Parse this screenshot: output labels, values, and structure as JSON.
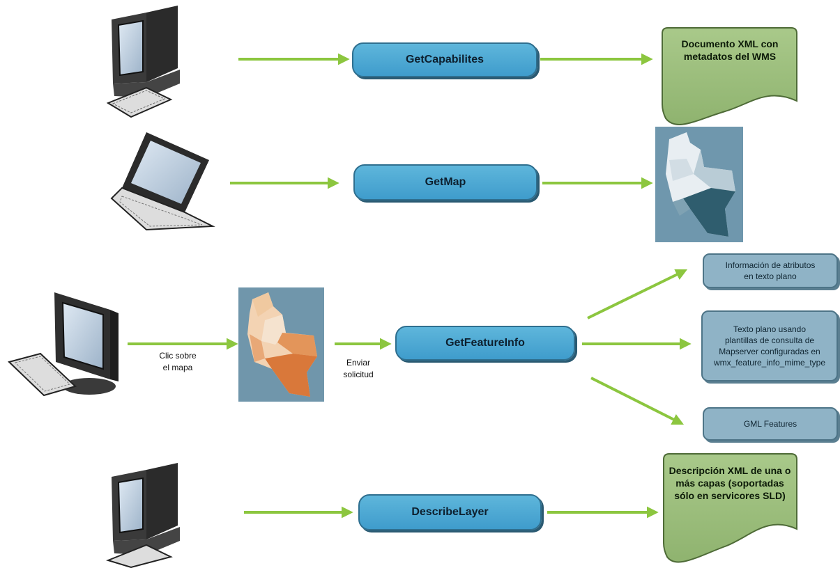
{
  "requests": {
    "get_capabilities": "GetCapabilites",
    "get_map": "GetMap",
    "get_feature_info": "GetFeatureInfo",
    "describe_layer": "DescribeLayer"
  },
  "documents": {
    "capabilities_line1": "Documento XML con",
    "capabilities_line2": "metadatos del WMS",
    "describe_line1": "Descripción XML de una o",
    "describe_line2": "más capas (soportadas",
    "describe_line3": "sólo en servicores SLD)"
  },
  "feature_info_responses": {
    "attributes_line1": "Información de atributos",
    "attributes_line2": "en texto plano",
    "template_line1": "Texto plano usando",
    "template_line2": "plantillas de consulta de",
    "template_line3": "Mapserver configuradas en",
    "template_line4": "wmx_feature_info_mime_type",
    "gml": "GML Features"
  },
  "labels": {
    "click_line1": "Clic sobre",
    "click_line2": "el mapa",
    "send_line1": "Enviar",
    "send_line2": "solicitud"
  },
  "colors": {
    "arrow": "#8cc63f",
    "request_fill": "#4fa9d6",
    "document_fill": "#9dbf7d",
    "response_fill": "#8fb3c6",
    "map_blue_bg": "#6f97ad",
    "map_orange": "#d9783a"
  }
}
